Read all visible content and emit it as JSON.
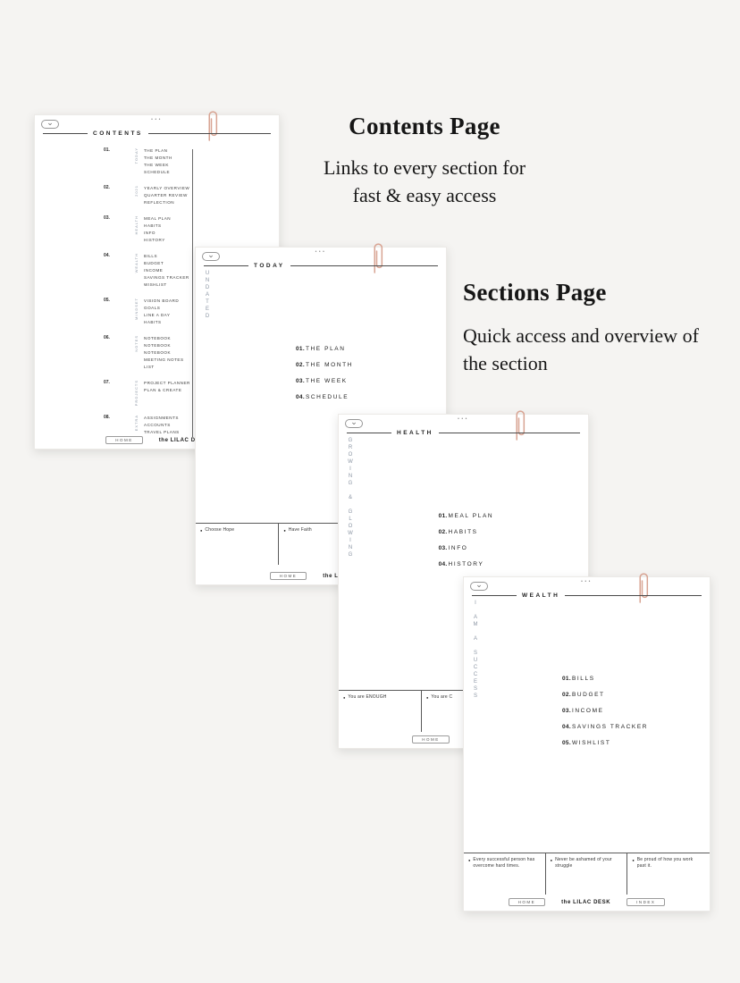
{
  "canvas": {
    "background": "#f5f4f2"
  },
  "colors": {
    "paper": "#ffffff",
    "ink": "#333333",
    "rule_line": "#555555",
    "paperclip": "#d8a493",
    "side_label": "#8c96a4"
  },
  "icons": {
    "back_chevron": "⌄",
    "dots": "•••",
    "bullet": "●"
  },
  "brand": "the LILAC DESK",
  "annotations": {
    "contents": {
      "title": "Contents Page",
      "line1": "Links to every section for",
      "line2": "fast & easy access"
    },
    "sections": {
      "title": "Sections Page",
      "line1": "Quick access and overview of",
      "line2": "the section"
    }
  },
  "pages": {
    "contents": {
      "header": "CONTENTS",
      "footer_home": "HOME",
      "rows": [
        {
          "num": "01.",
          "category": "TODAY",
          "items": [
            "THE PLAN",
            "THE MONTH",
            "THE WEEK",
            "SCHEDULE"
          ]
        },
        {
          "num": "02.",
          "category": "2021",
          "items": [
            "YEARLY OVERVIEW",
            "QUARTER REVIEW",
            "REFLECTION"
          ]
        },
        {
          "num": "03.",
          "category": "HEALTH",
          "items": [
            "MEAL PLAN",
            "HABITS",
            "INFO",
            "HISTORY"
          ]
        },
        {
          "num": "04.",
          "category": "WEALTH",
          "items": [
            "BILLS",
            "BUDGET",
            "INCOME",
            "SAVINGS TRACKER",
            "WISHLIST"
          ]
        },
        {
          "num": "05.",
          "category": "MINDSET",
          "items": [
            "VISION BOARD",
            "GOALS",
            "LINE A DAY",
            "HABITS"
          ]
        },
        {
          "num": "06.",
          "category": "NOTES",
          "items": [
            "NOTEBOOK",
            "NOTEBOOK",
            "NOTEBOOK",
            "MEETING NOTES",
            "LIST"
          ]
        },
        {
          "num": "07.",
          "category": "PROJECTS",
          "items": [
            "PROJECT PLANNER",
            "PLAN & CREATE"
          ]
        },
        {
          "num": "08.",
          "category": "EXTRA",
          "items": [
            "ASSIGNMENTS",
            "ACCOUNTS",
            "TRAVEL PLANS"
          ]
        }
      ]
    },
    "today": {
      "header": "TODAY",
      "side": "UNDATED",
      "footer_home": "HOME",
      "items": [
        {
          "num": "01.",
          "label": "THE PLAN"
        },
        {
          "num": "02.",
          "label": "THE MONTH"
        },
        {
          "num": "03.",
          "label": "THE WEEK"
        },
        {
          "num": "04.",
          "label": "SCHEDULE"
        }
      ],
      "quotes": [
        "Choose Hope",
        "Have Faith"
      ]
    },
    "health": {
      "header": "HEALTH",
      "side": "GROWING & GLOWING",
      "footer_home": "HOME",
      "items": [
        {
          "num": "01.",
          "label": "MEAL PLAN"
        },
        {
          "num": "02.",
          "label": "HABITS"
        },
        {
          "num": "03.",
          "label": "INFO"
        },
        {
          "num": "04.",
          "label": "HISTORY"
        }
      ],
      "quotes": [
        "You are ENOUGH",
        "You are C"
      ]
    },
    "wealth": {
      "header": "WEALTH",
      "side": "I AM A SUCCESS",
      "footer_home": "HOME",
      "footer_index": "INDEX",
      "items": [
        {
          "num": "01.",
          "label": "BILLS"
        },
        {
          "num": "02.",
          "label": "BUDGET"
        },
        {
          "num": "03.",
          "label": "INCOME"
        },
        {
          "num": "04.",
          "label": "SAVINGS TRACKER"
        },
        {
          "num": "05.",
          "label": "WISHLIST"
        }
      ],
      "quotes": [
        "Every successful person has overcome hard times.",
        "Never be ashamed of your struggle",
        "Be proud of how you work past it."
      ]
    }
  }
}
